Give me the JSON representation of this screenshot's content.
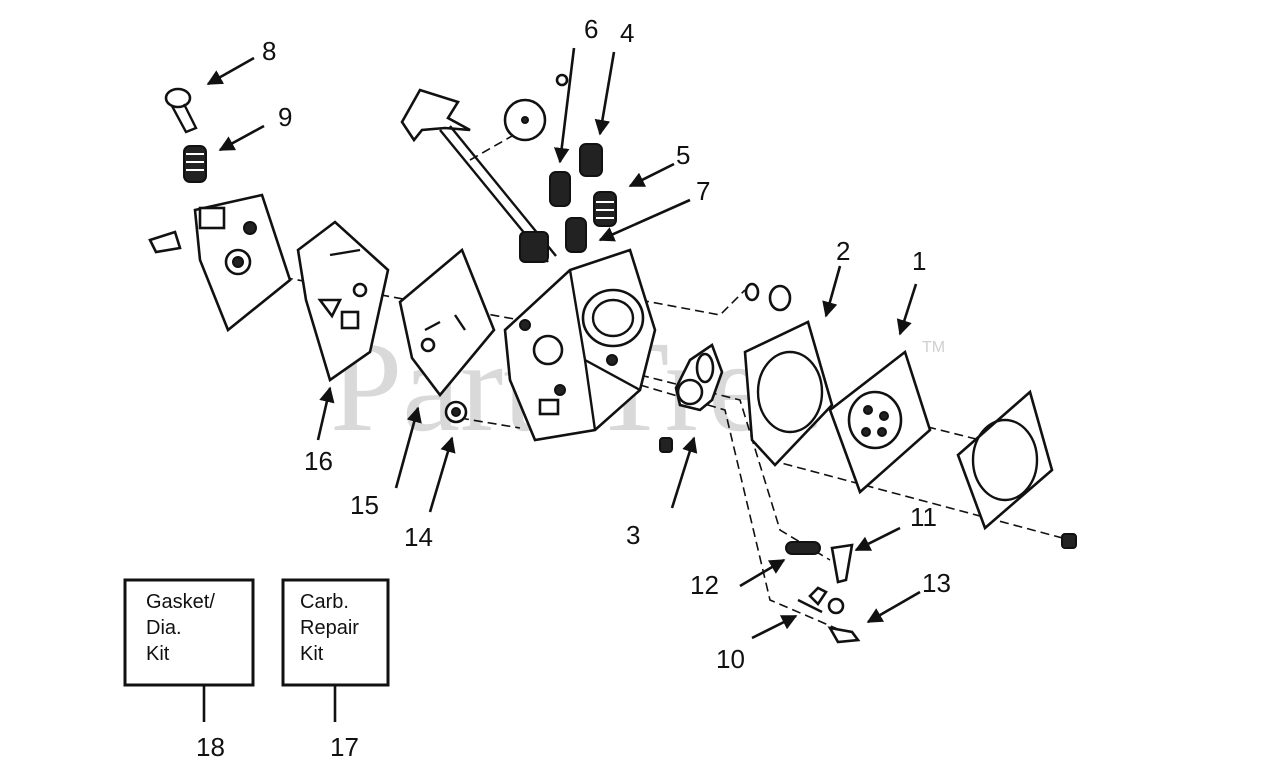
{
  "watermark": {
    "text": "PartsTree",
    "trademark": "TM"
  },
  "callouts": {
    "c1": "1",
    "c2": "2",
    "c3": "3",
    "c4": "4",
    "c5": "5",
    "c6": "6",
    "c7": "7",
    "c8": "8",
    "c9": "9",
    "c10": "10",
    "c11": "11",
    "c12": "12",
    "c13": "13",
    "c14": "14",
    "c15": "15",
    "c16": "16",
    "c17": "17",
    "c18": "18"
  },
  "kits": {
    "gasket": {
      "line1": "Gasket/",
      "line2": "Dia.",
      "line3": "Kit",
      "number": "18"
    },
    "repair": {
      "line1": "Carb.",
      "line2": "Repair",
      "line3": "Kit",
      "number": "17"
    }
  }
}
